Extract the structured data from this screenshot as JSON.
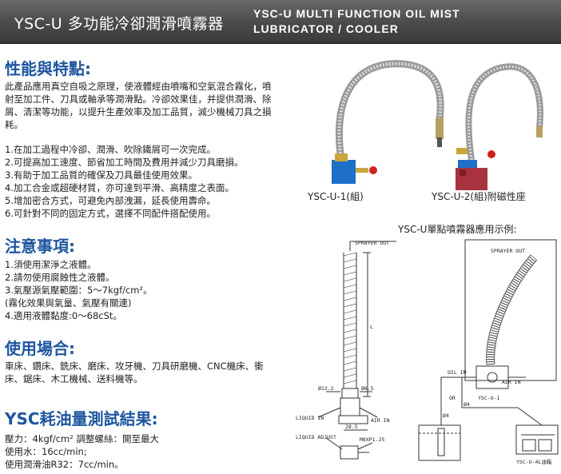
{
  "header": {
    "title_zh": "YSC-U 多功能冷卻潤滑噴霧器",
    "title_en_line1": "YSC-U MULTI FUNCTION OIL MIST",
    "title_en_line2": "LUBRICATOR / COOLER"
  },
  "features": {
    "title": "性能與特點:",
    "intro": "此產品應用真空自吸之原理，使液體經由噴嘴和空氣混合霧化，噴射至加工件、刀具或軸承等潤滑點。冷卻效果佳，并提供潤滑、除屑、清潔等功能，以提升生產效率及加工品質，減少機械刀具之損耗。",
    "items": [
      "1.在加工過程中冷卻、潤滑、吹除鐵屑可一次完成。",
      "2.可提高加工速度、節省加工時間及費用并減少刀具磨損。",
      "3.有助于加工品質的確保及刀具最佳使用效果。",
      "4.加工合金或超硬材質，亦可達到平滑、高精度之表面。",
      "5.增加密合方式，可避免內部洩漏，延長使用壽命。",
      "6.可針對不同的固定方式，選擇不同配件搭配使用。"
    ]
  },
  "notes": {
    "title": "注意事項:",
    "items": [
      "1.須使用潔淨之液體。",
      "2.請勿使用腐蝕性之液體。",
      "3.氣壓源氣壓範圍：5～7kgf/cm²。",
      "(霧化效果與氣量、氣壓有關連)",
      "4.適用液體黏度:0～68cSt。"
    ]
  },
  "usage": {
    "title": "使用場合:",
    "text": "車床、鑽床、銑床、磨床、攻牙機、刀具研磨機、CNC機床、衝床、鋸床、木工機械、送料機等。"
  },
  "test": {
    "title": "YSC耗油量測試結果:",
    "lines": [
      "壓力：4kgf/cm²  調整螺絲：開至最大",
      "使用水：16cc/min;",
      "使用潤滑油R32：7cc/min。"
    ]
  },
  "products": {
    "label1": "YSC-U-1(組)",
    "label2": "YSC-U-2(組)附磁性座",
    "example_title": "YSC-U單點噴霧器應用示例:"
  },
  "drawing_left": {
    "sprayer_out": "SPRAYER OUT",
    "dim_L": "L",
    "dia1": "Ø12.2",
    "dia2": "Ø6.5",
    "liquid_in": "LIQUID IN",
    "air_in": "AIR IN",
    "dim_28": "28.5",
    "liquid_adjust": "LIQUID ADJUST",
    "thread": "M8XP1.25"
  },
  "drawing_right": {
    "sprayer_out": "SPRAYER OUT",
    "oil_in": "OIL IN",
    "air_in": "AIR IN",
    "or": "OR",
    "model": "YSC-U-1",
    "dia_a": "Ø4",
    "dia_b": "Ø4",
    "tank": "YSC-U-4L油箱"
  }
}
